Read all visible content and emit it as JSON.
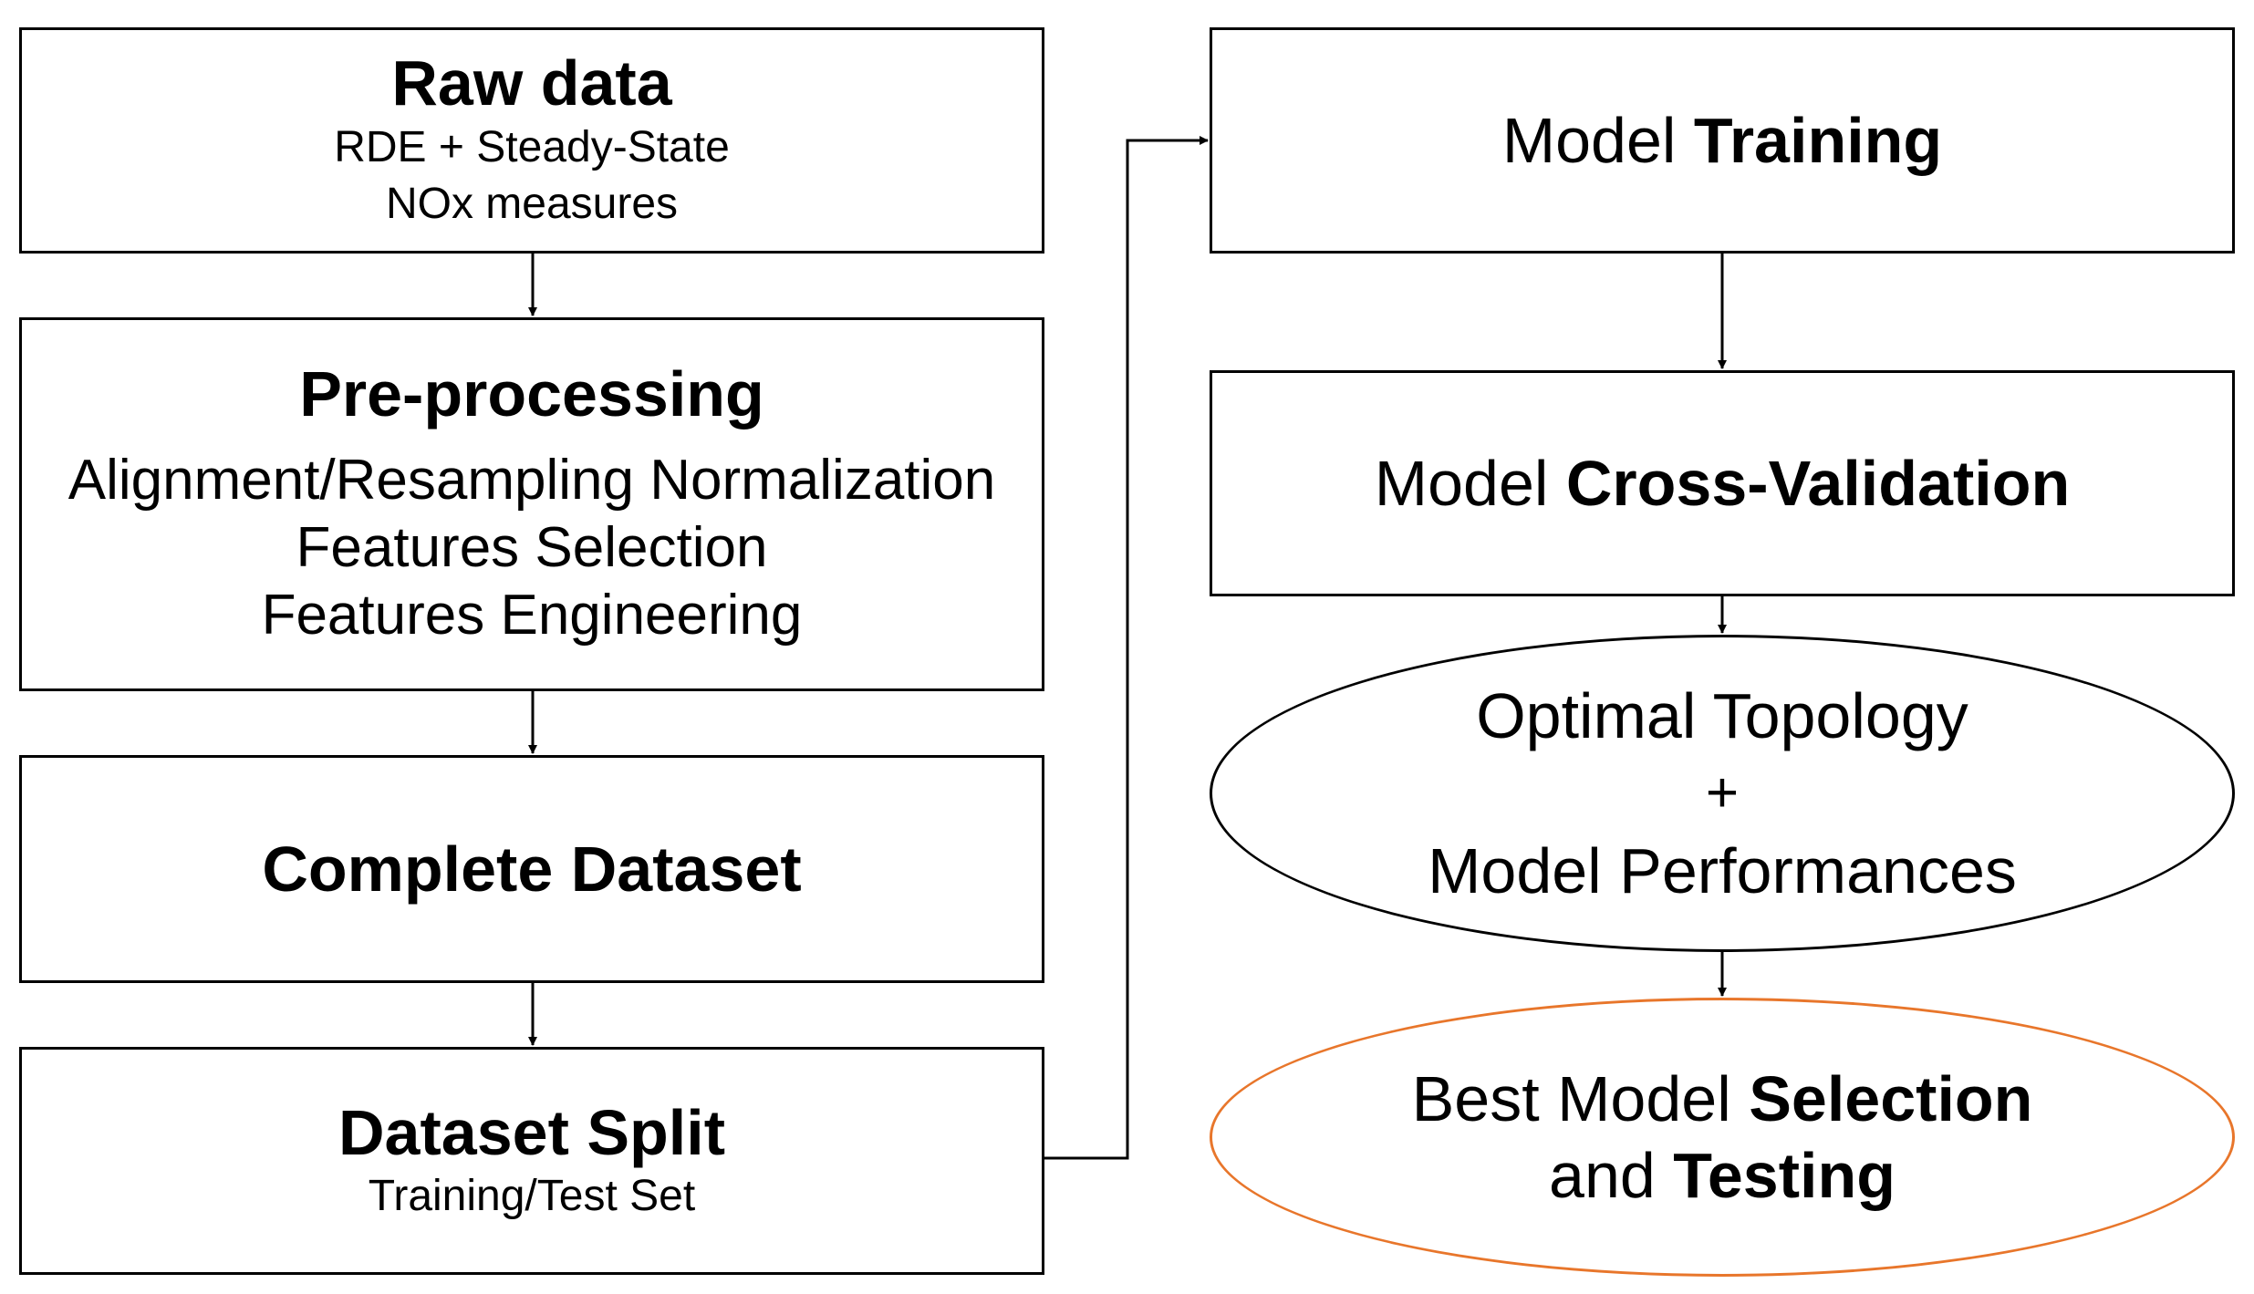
{
  "left_column": {
    "raw_data": {
      "title": "Raw data",
      "line1": "RDE + Steady-State",
      "line2": "NOx measures"
    },
    "preprocessing": {
      "title": "Pre-processing",
      "line1": "Alignment/Resampling Normalization",
      "line2": "Features Selection",
      "line3": "Features Engineering"
    },
    "complete_dataset": {
      "title": "Complete Dataset"
    },
    "dataset_split": {
      "title": "Dataset Split",
      "subtitle": "Training/Test Set"
    }
  },
  "right_column": {
    "model_training": {
      "prefix": "Model ",
      "bold": "Training"
    },
    "cross_validation": {
      "prefix": "Model ",
      "bold": "Cross-Validation"
    },
    "optimal": {
      "line1": "Optimal Topology",
      "plus": "+",
      "line2": "Model Performances"
    },
    "best_model": {
      "prefix": "Best Model ",
      "bold1": "Selection",
      "and": "and ",
      "bold2": "Testing"
    }
  },
  "colors": {
    "stroke": "#000000",
    "accent": "#E8762B",
    "background": "#FFFFFF"
  }
}
